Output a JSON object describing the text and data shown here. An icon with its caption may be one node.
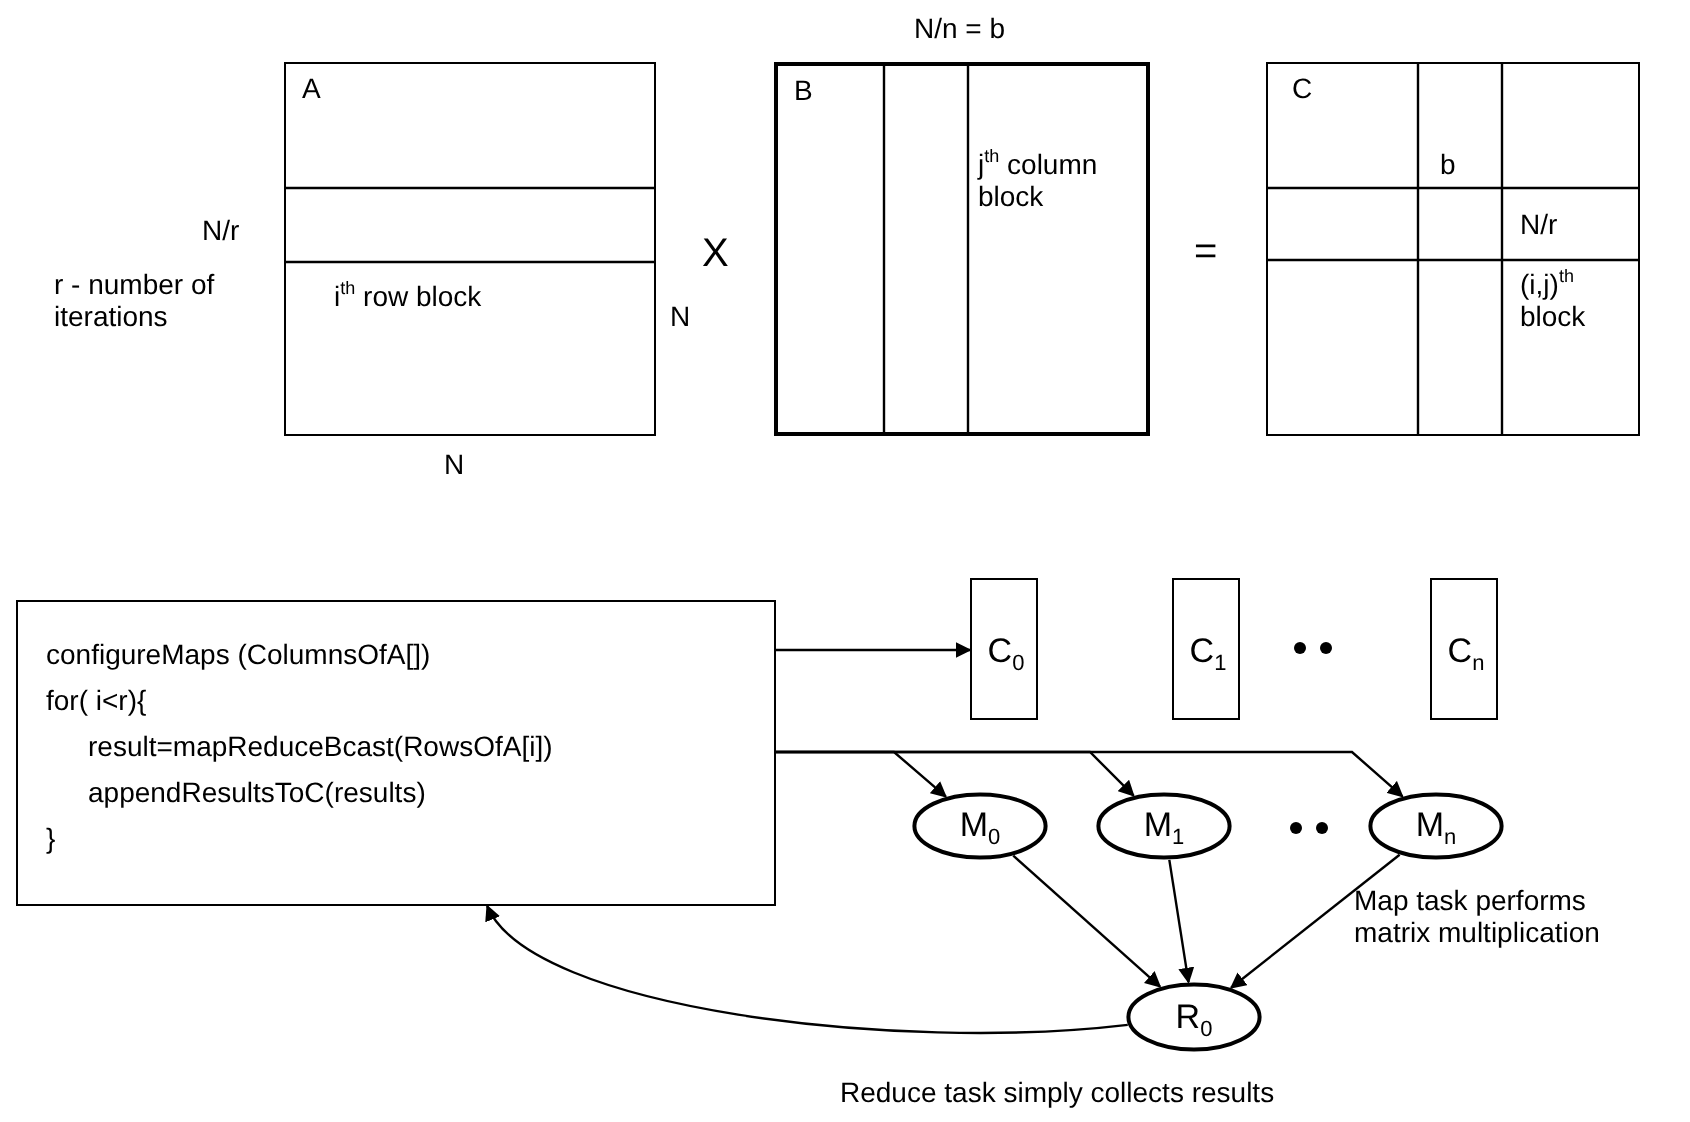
{
  "diagram": {
    "nodes": [
      {
        "text": [
          "A",
          "i$^{th}$ row block"
        ],
        "beside": [
          "N",
          "N"
        ]
      },
      {
        "text": [
          "B",
          "j$^{th}$ column block"
        ],
        "beside": [
          "N/n = b"
        ]
      },
      {
        "text": [
          "C",
          "b",
          "N/r",
          "(i,j)$^{th}$ block"
        ]
      },
      {
        "text": [
          "configureMaps (ColumnsOfA[])",
          "for( i<r){",
          "result=mapReduceBcast(RowsOfA[i])",
          "appendResultsToC(results)",
          "}"
        ]
      },
      {
        "text": [
          "C$_{0}$"
        ]
      },
      {
        "text": [
          "C$_{1}$"
        ]
      },
      {
        "text": [
          "C$_{n}$"
        ]
      },
      {
        "text": [
          "M$_{0}$"
        ]
      },
      {
        "text": [
          "M$_{1}$"
        ]
      },
      {
        "text": [
          "M$_{n}$"
        ],
        "beside": [
          "Map task performs matrix multiplication"
        ]
      },
      {
        "text": [
          "R$_{0}$"
        ],
        "beside": [
          "Reduce task simply collects results"
        ]
      }
    ],
    "edges": [
      {
        "from": 3,
        "to": 4,
        "arrow": "to"
      },
      {
        "from": 3,
        "to": 7,
        "arrow": "to"
      },
      {
        "from": 3,
        "to": 8,
        "arrow": "to"
      },
      {
        "from": 3,
        "to": 9,
        "arrow": "to"
      },
      {
        "from": 7,
        "to": 10,
        "arrow": "to"
      },
      {
        "from": 8,
        "to": 10,
        "arrow": "to"
      },
      {
        "from": 9,
        "to": 10,
        "arrow": "to"
      },
      {
        "from": 10,
        "to": 3,
        "arrow": "to"
      }
    ],
    "labels": [
      "N/r",
      "r - number of iterations",
      "X",
      "="
    ]
  }
}
